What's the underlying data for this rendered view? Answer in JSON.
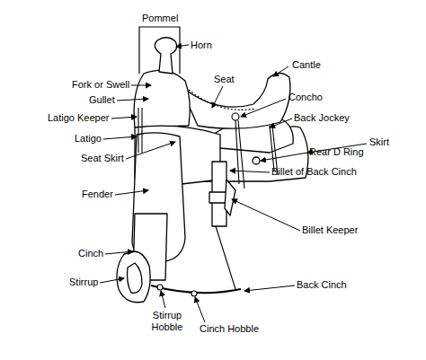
{
  "diagram": {
    "labels": [
      "Pommel",
      "Horn",
      "Cantle",
      "Seat",
      "Fork or Swell",
      "Concho",
      "Gullet",
      "Back Jockey",
      "Latigo Keeper",
      "Skirt",
      "Rear D Ring",
      "Latigo",
      "Seat Skirt",
      "Billet of Back Cinch",
      "Fender",
      "Billet Keeper",
      "Cinch",
      "Stirrup",
      "Back Cinch",
      "Stirrup Hobble",
      "Cinch Hobble"
    ]
  }
}
